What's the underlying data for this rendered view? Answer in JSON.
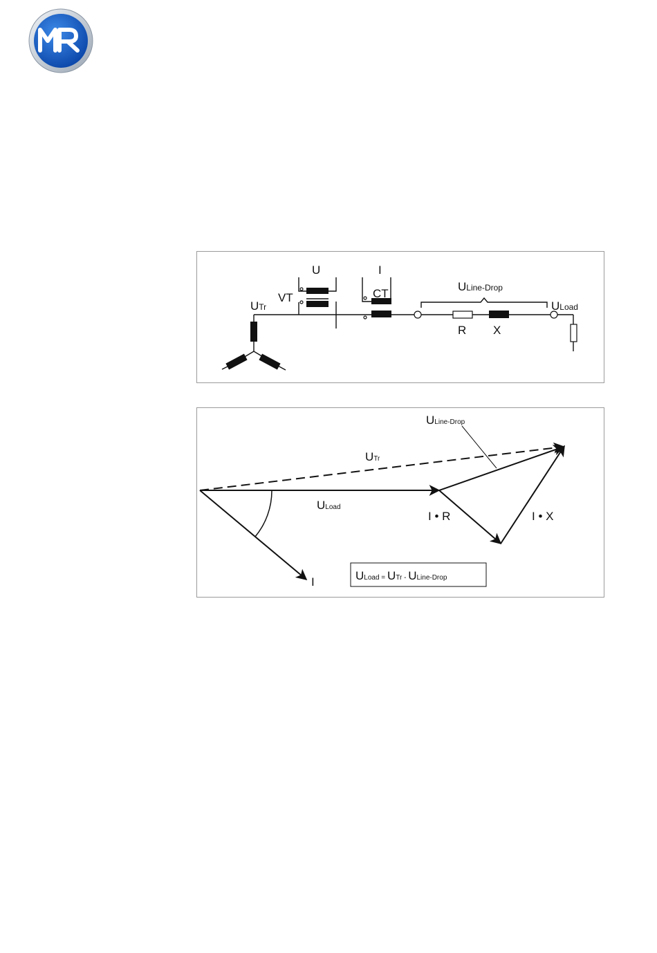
{
  "logo": {
    "text": "MR",
    "accent": "#1e64c8",
    "ring": "#c4ccd6"
  },
  "circuit": {
    "u_label": "U",
    "i_label": "I",
    "vt_label": "VT",
    "ct_label": "CT",
    "utr_main": "U",
    "utr_sub": "Tr",
    "linedrop_main": "U",
    "linedrop_sub": "Line-Drop",
    "uload_main": "U",
    "uload_sub": "Load",
    "r_label": "R",
    "x_label": "X"
  },
  "phasor": {
    "linedrop_main": "U",
    "linedrop_sub": "Line-Drop",
    "utr_main": "U",
    "utr_sub": "Tr",
    "uload_main": "U",
    "uload_sub": "Load",
    "ir_label": "I • R",
    "ix_label": "I • X",
    "i_label": "I",
    "formula": {
      "p1": "U",
      "s1": "Load",
      "eq": " = ",
      "p2": "U",
      "s2": "Tr",
      "minus": " - ",
      "p3": "U",
      "s3": "Line-Drop"
    }
  }
}
